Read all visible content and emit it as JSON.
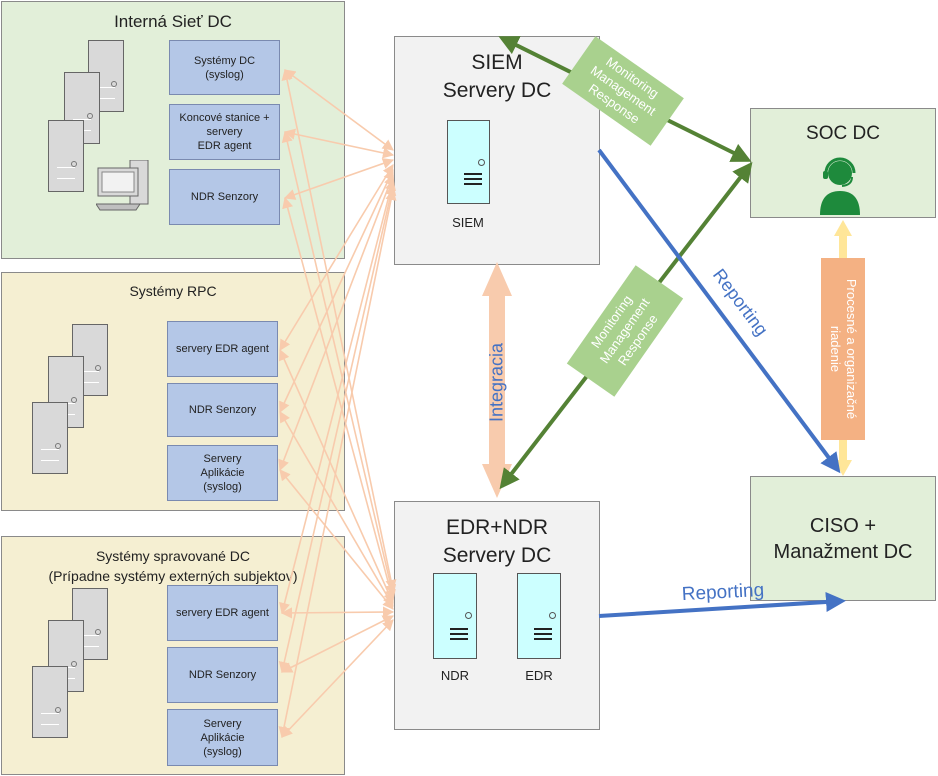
{
  "zones": {
    "internal": {
      "title": "Interná Sieť DC",
      "items": [
        "Systémy DC\n(syslog)",
        "Koncové stanice +\nservery\nEDR agent",
        "NDR  Senzory"
      ]
    },
    "rpc": {
      "title": "Systémy RPC",
      "items": [
        "servery EDR agent",
        "NDR Senzory",
        "Servery\nAplikácie\n(syslog)"
      ]
    },
    "managed": {
      "title": "Systémy spravované DC",
      "subtitle": "(Prípadne systémy externých subjektov)",
      "items": [
        "servery EDR agent",
        "NDR Senzory",
        "Servery\nAplikácie\n(syslog)"
      ]
    }
  },
  "siem": {
    "title": "SIEM\nServery DC",
    "server_label": "SIEM"
  },
  "edr_ndr": {
    "title": "EDR+NDR\nServery DC",
    "server_labels": [
      "NDR",
      "EDR"
    ]
  },
  "soc": {
    "title": "SOC DC",
    "icon": "operator-headset-icon"
  },
  "ciso": {
    "title": "CISO +\nManažment DC"
  },
  "labels": {
    "monitoring_top": "Monitoring\nManagement\nResponse",
    "monitoring_mid": "Monitoring\nManagement\nResponse",
    "reporting_diag": "Reporting",
    "reporting_bottom": "Reporting",
    "integracia": "Integracia",
    "procesne": "Procesné a organizačné\nriadenie"
  },
  "colors": {
    "zone_green": "#e2efd9",
    "zone_tan": "#f5efd2",
    "item_blue": "#b4c7e7",
    "arrow_green": "#548235",
    "arrow_blue": "#4472c4",
    "arrow_peach": "#f8cbad",
    "label_green": "#a9d18e",
    "label_orange": "#f4b183",
    "arrow_yellow": "#ffe699"
  }
}
